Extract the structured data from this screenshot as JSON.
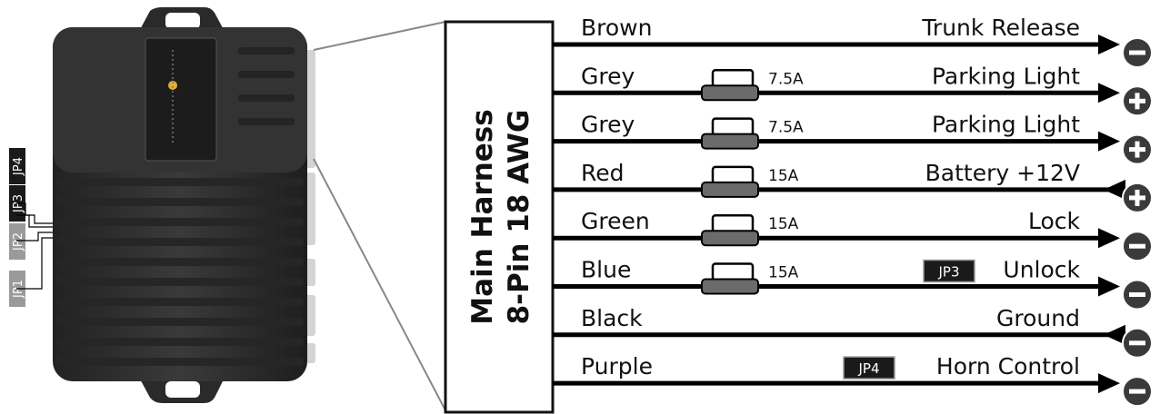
{
  "harness": {
    "title_line1": "Main Harness",
    "title_line2": "8-Pin  18 AWG"
  },
  "jumpers": [
    "JP4",
    "JP3",
    "JP2",
    "JP1"
  ],
  "wires": [
    {
      "color_name": "Brown",
      "function": "Trunk Release",
      "fuse": "",
      "jumper": "",
      "polarity": "−",
      "direction": "out"
    },
    {
      "color_name": "Grey",
      "function": "Parking Light",
      "fuse": "7.5A",
      "jumper": "",
      "polarity": "+",
      "direction": "out"
    },
    {
      "color_name": "Grey",
      "function": "Parking Light",
      "fuse": "7.5A",
      "jumper": "",
      "polarity": "+",
      "direction": "out"
    },
    {
      "color_name": "Red",
      "function": "Battery +12V",
      "fuse": "15A",
      "jumper": "",
      "polarity": "+",
      "direction": "in"
    },
    {
      "color_name": "Green",
      "function": "Lock",
      "fuse": "15A",
      "jumper": "",
      "polarity": "−",
      "direction": "out"
    },
    {
      "color_name": "Blue",
      "function": "Unlock",
      "fuse": "15A",
      "jumper": "JP3",
      "polarity": "−",
      "direction": "out"
    },
    {
      "color_name": "Black",
      "function": "Ground",
      "fuse": "",
      "jumper": "",
      "polarity": "−",
      "direction": "in"
    },
    {
      "color_name": "Purple",
      "function": "Horn Control",
      "fuse": "",
      "jumper": "JP4",
      "polarity": "−",
      "direction": "out"
    }
  ],
  "colors": {
    "line": "#000000",
    "box_border": "#111111",
    "module_body": "#2e2e2e",
    "jumper_dark": "#1a1a1a",
    "jumper_light": "#9a9a9a",
    "fuse": "#6b6b6b"
  }
}
